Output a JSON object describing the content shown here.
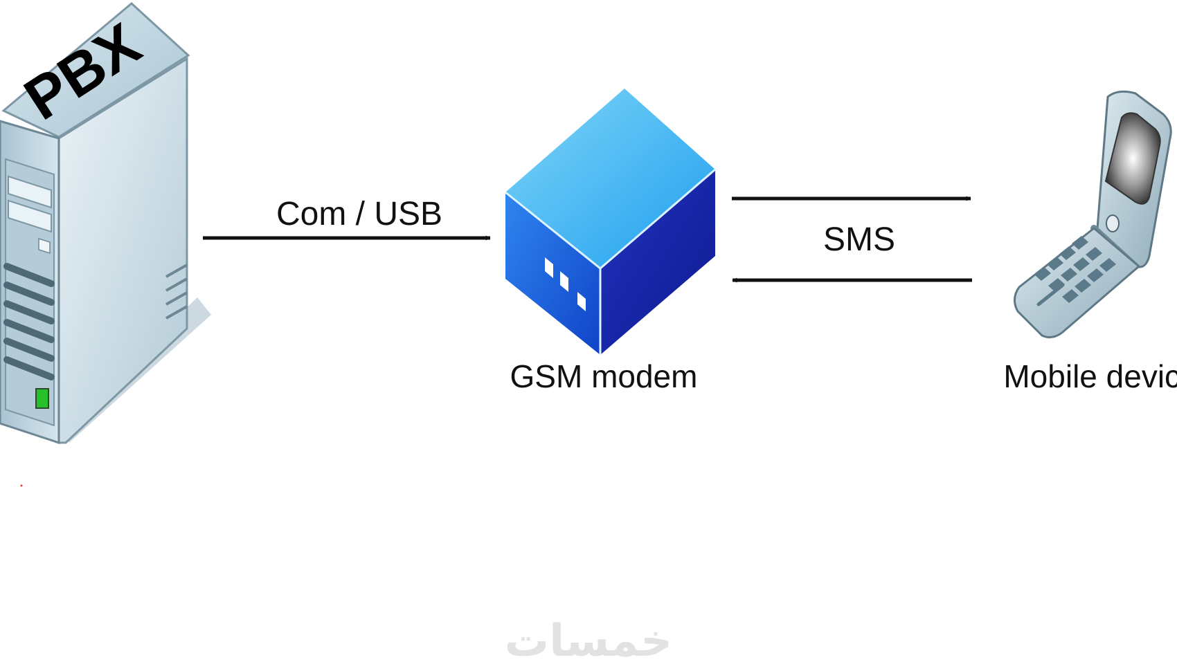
{
  "server": {
    "label": "PBX"
  },
  "links": {
    "pbx_to_modem": "Com / USB",
    "modem_to_mobile": "SMS"
  },
  "nodes": {
    "modem": "GSM modem",
    "mobile": "Mobile device"
  },
  "watermark": {
    "text": "خمسات"
  },
  "colors": {
    "arrow": "#111111",
    "server_body": "#c9dde8",
    "modem_top": "#4fc0f2",
    "modem_front": "#1a63d8",
    "modem_side": "#1a26a8",
    "phone_body": "#b8ccd6"
  }
}
